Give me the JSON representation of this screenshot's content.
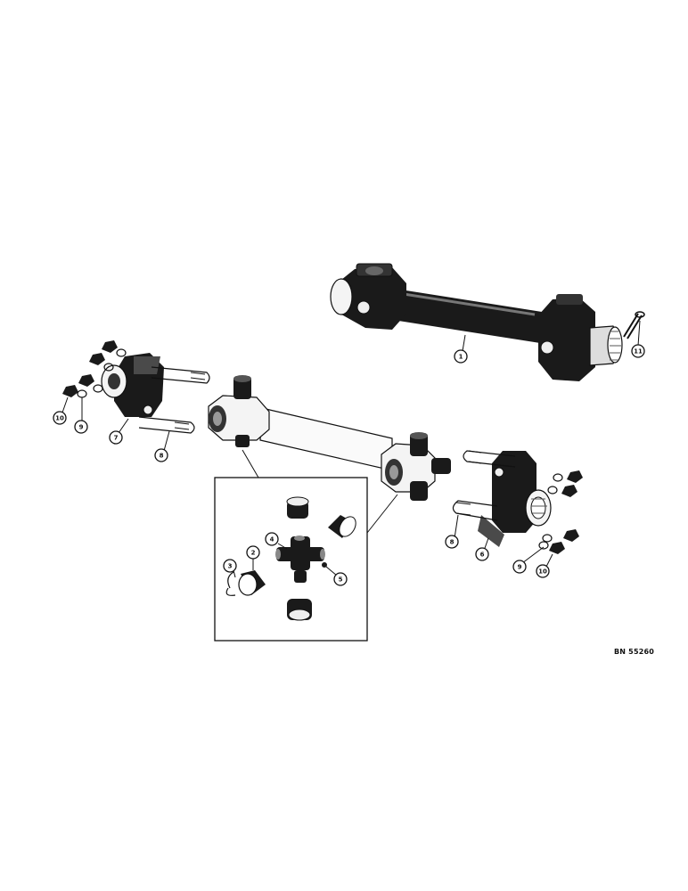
{
  "callouts": {
    "c1": "1",
    "c2": "2",
    "c3": "3",
    "c4": "4",
    "c5": "5",
    "c6": "6",
    "c7": "7",
    "c8a": "8",
    "c8b": "8",
    "c9a": "9",
    "c9b": "9",
    "c10a": "10",
    "c10b": "10",
    "c11": "11"
  },
  "reference_code": "BN 55260"
}
